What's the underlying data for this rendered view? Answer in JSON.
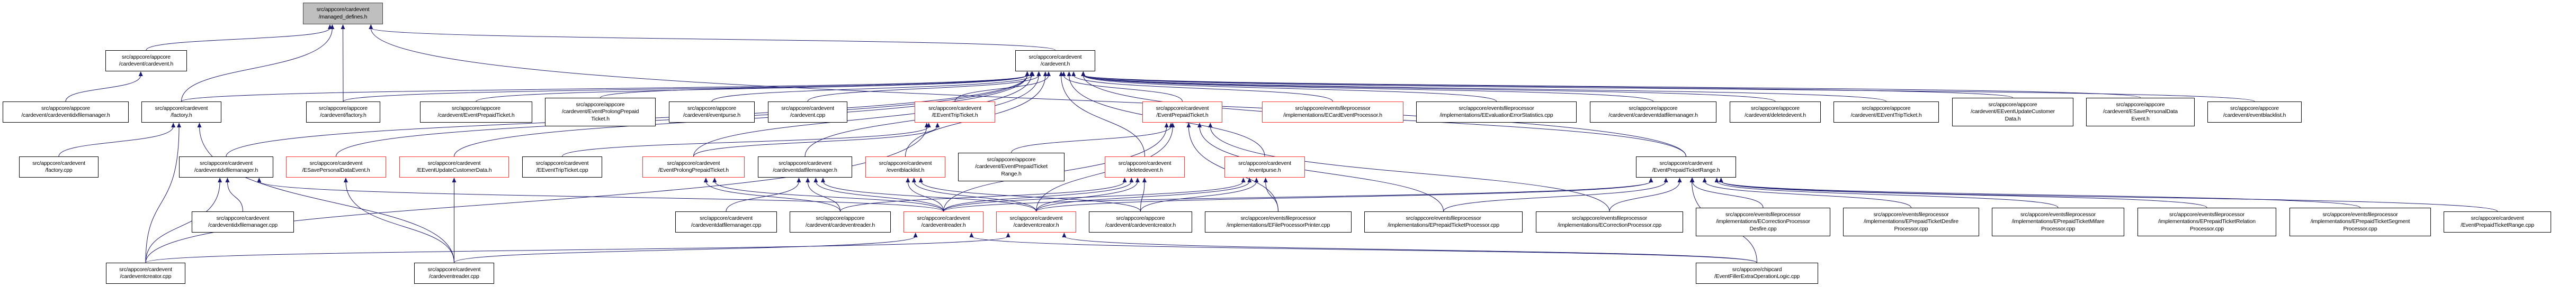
{
  "graph": {
    "type": "include-dependency-graph",
    "edge_color": "#191970",
    "truncated_border_color": "#ff3030",
    "root_fill_color": "#bfbfbf",
    "nodes": [
      {
        "id": 0,
        "label": "src/appcore/cardevent\n/managed_defines.h",
        "style": "root"
      },
      {
        "id": 1,
        "label": "src/appcore/appcore\n/cardevent/cardevent.h",
        "style": "normal"
      },
      {
        "id": 2,
        "label": "src/appcore/cardevent\n/cardevent.h",
        "style": "normal"
      },
      {
        "id": 3,
        "label": "src/appcore/appcore\n/cardevent/cardeventidxfilemanager.h",
        "style": "normal"
      },
      {
        "id": 4,
        "label": "src/appcore/cardevent\n/factory.h",
        "style": "normal"
      },
      {
        "id": 5,
        "label": "src/appcore/appcore\n/cardevent/factory.h",
        "style": "normal"
      },
      {
        "id": 6,
        "label": "src/appcore/appcore\n/cardevent/EventPrepaidTicket.h",
        "style": "normal"
      },
      {
        "id": 7,
        "label": "src/appcore/appcore\n/cardevent/EventProlongPrepaid\nTicket.h",
        "style": "normal"
      },
      {
        "id": 8,
        "label": "src/appcore/appcore\n/cardevent/eventpurse.h",
        "style": "normal"
      },
      {
        "id": 9,
        "label": "src/appcore/cardevent\n/cardevent.cpp",
        "style": "normal"
      },
      {
        "id": 10,
        "label": "src/appcore/cardevent\n/EEventTripTicket.h",
        "style": "truncated"
      },
      {
        "id": 11,
        "label": "src/appcore/cardevent\n/EventPrepaidTicket.h",
        "style": "truncated"
      },
      {
        "id": 12,
        "label": "src/appcore/eventsfileprocessor\n/implementations/ECardEventProcessor.h",
        "style": "truncated"
      },
      {
        "id": 13,
        "label": "src/appcore/eventsfileprocessor\n/implementations/EEvaluationErrorStatistics.cpp",
        "style": "normal"
      },
      {
        "id": 14,
        "label": "src/appcore/appcore\n/cardevent/cardeventdatfilemanager.h",
        "style": "normal"
      },
      {
        "id": 15,
        "label": "src/appcore/appcore\n/cardevent/deletedevent.h",
        "style": "normal"
      },
      {
        "id": 16,
        "label": "src/appcore/appcore\n/cardevent/EEventTripTicket.h",
        "style": "normal"
      },
      {
        "id": 17,
        "label": "src/appcore/appcore\n/cardevent/EEventUpdateCustomer\nData.h",
        "style": "normal"
      },
      {
        "id": 18,
        "label": "src/appcore/appcore\n/cardevent/ESavePersonalData\nEvent.h",
        "style": "normal"
      },
      {
        "id": 19,
        "label": "src/appcore/appcore\n/cardevent/eventblacklist.h",
        "style": "normal"
      },
      {
        "id": 20,
        "label": "src/appcore/cardevent\n/factory.cpp",
        "style": "normal"
      },
      {
        "id": 21,
        "label": "src/appcore/cardevent\n/cardeventidxfilemanager.h",
        "style": "normal"
      },
      {
        "id": 22,
        "label": "src/appcore/cardevent\n/ESavePersonalDataEvent.h",
        "style": "truncated"
      },
      {
        "id": 23,
        "label": "src/appcore/cardevent\n/EEventUpdateCustomerData.h",
        "style": "truncated"
      },
      {
        "id": 24,
        "label": "src/appcore/cardevent\n/EEventTripTicket.cpp",
        "style": "normal"
      },
      {
        "id": 25,
        "label": "src/appcore/cardevent\n/EventProlongPrepaidTicket.h",
        "style": "truncated"
      },
      {
        "id": 26,
        "label": "src/appcore/cardevent\n/cardeventdatfilemanager.h",
        "style": "normal"
      },
      {
        "id": 27,
        "label": "src/appcore/cardevent\n/eventblacklist.h",
        "style": "truncated"
      },
      {
        "id": 28,
        "label": "src/appcore/appcore\n/cardevent/EventPrepaidTicket\nRange.h",
        "style": "normal"
      },
      {
        "id": 29,
        "label": "src/appcore/cardevent\n/deletedevent.h",
        "style": "truncated"
      },
      {
        "id": 30,
        "label": "src/appcore/cardevent\n/eventpurse.h",
        "style": "truncated"
      },
      {
        "id": 31,
        "label": "src/appcore/cardevent\n/EventPrepaidTicketRange.h",
        "style": "normal"
      },
      {
        "id": 32,
        "label": "src/appcore/cardevent\n/cardeventidxfilemanager.cpp",
        "style": "normal"
      },
      {
        "id": 33,
        "label": "src/appcore/cardevent\n/cardeventdatfilemanager.cpp",
        "style": "normal"
      },
      {
        "id": 34,
        "label": "src/appcore/appcore\n/cardevent/cardeventreader.h",
        "style": "normal"
      },
      {
        "id": 35,
        "label": "src/appcore/cardevent\n/cardeventreader.h",
        "style": "truncated"
      },
      {
        "id": 36,
        "label": "src/appcore/cardevent\n/cardeventcreator.h",
        "style": "truncated"
      },
      {
        "id": 37,
        "label": "src/appcore/appcore\n/cardevent/cardeventcreator.h",
        "style": "normal"
      },
      {
        "id": 38,
        "label": "src/appcore/eventsfileprocessor\n/implementations/EFileProcessorPrinter.cpp",
        "style": "normal"
      },
      {
        "id": 39,
        "label": "src/appcore/eventsfileprocessor\n/implementations/EPrepaidTicketProcessor.cpp",
        "style": "normal"
      },
      {
        "id": 40,
        "label": "src/appcore/eventsfileprocessor\n/implementations/ECorrectionProcessor.cpp",
        "style": "normal"
      },
      {
        "id": 41,
        "label": "src/appcore/eventsfileprocessor\n/implementations/ECorrectionProcessor\nDesfire.cpp",
        "style": "normal"
      },
      {
        "id": 42,
        "label": "src/appcore/eventsfileprocessor\n/implementations/EPrepaidTicketDesfire\nProcessor.cpp",
        "style": "normal"
      },
      {
        "id": 43,
        "label": "src/appcore/eventsfileprocessor\n/implementations/EPrepaidTicketMifare\nProcessor.cpp",
        "style": "normal"
      },
      {
        "id": 44,
        "label": "src/appcore/eventsfileprocessor\n/implementations/EPrepaidTicketRelation\nProcessor.cpp",
        "style": "normal"
      },
      {
        "id": 45,
        "label": "src/appcore/eventsfileprocessor\n/implementations/EPrepaidTicketSegment\nProcessor.cpp",
        "style": "normal"
      },
      {
        "id": 46,
        "label": "src/appcore/cardevent\n/EventPrepaidTicketRange.cpp",
        "style": "normal"
      },
      {
        "id": 47,
        "label": "src/appcore/cardevent\n/cardeventcreator.cpp",
        "style": "normal"
      },
      {
        "id": 48,
        "label": "src/appcore/cardevent\n/cardeventreader.cpp",
        "style": "normal"
      },
      {
        "id": 49,
        "label": "src/appcore/chipcard\n/EventFillerExtraOperationLogic.cpp",
        "style": "normal"
      }
    ],
    "edges": [
      [
        1,
        0
      ],
      [
        4,
        0
      ],
      [
        5,
        0
      ],
      [
        2,
        0
      ],
      [
        31,
        0
      ],
      [
        3,
        1
      ],
      [
        20,
        4
      ],
      [
        47,
        4
      ],
      [
        48,
        4
      ],
      [
        4,
        2
      ],
      [
        5,
        2
      ],
      [
        6,
        2
      ],
      [
        7,
        2
      ],
      [
        8,
        2
      ],
      [
        9,
        2
      ],
      [
        10,
        2
      ],
      [
        11,
        2
      ],
      [
        12,
        2
      ],
      [
        13,
        2
      ],
      [
        14,
        2
      ],
      [
        15,
        2
      ],
      [
        16,
        2
      ],
      [
        17,
        2
      ],
      [
        18,
        2
      ],
      [
        19,
        2
      ],
      [
        21,
        2
      ],
      [
        22,
        2
      ],
      [
        23,
        2
      ],
      [
        25,
        2
      ],
      [
        26,
        2
      ],
      [
        27,
        2
      ],
      [
        29,
        2
      ],
      [
        30,
        2
      ],
      [
        31,
        2
      ],
      [
        28,
        11
      ],
      [
        24,
        10
      ],
      [
        25,
        10
      ],
      [
        47,
        10
      ],
      [
        32,
        21
      ],
      [
        47,
        21
      ],
      [
        35,
        21
      ],
      [
        48,
        22
      ],
      [
        48,
        23
      ],
      [
        33,
        26
      ],
      [
        34,
        26
      ],
      [
        35,
        26
      ],
      [
        36,
        26
      ],
      [
        35,
        27
      ],
      [
        36,
        27
      ],
      [
        37,
        27
      ],
      [
        34,
        25
      ],
      [
        35,
        25
      ],
      [
        34,
        29
      ],
      [
        35,
        29
      ],
      [
        36,
        29
      ],
      [
        37,
        29
      ],
      [
        35,
        30
      ],
      [
        36,
        30
      ],
      [
        37,
        30
      ],
      [
        38,
        30
      ],
      [
        35,
        11
      ],
      [
        36,
        11
      ],
      [
        38,
        11
      ],
      [
        39,
        11
      ],
      [
        40,
        11
      ],
      [
        35,
        31
      ],
      [
        36,
        31
      ],
      [
        39,
        31
      ],
      [
        40,
        31
      ],
      [
        41,
        31
      ],
      [
        42,
        31
      ],
      [
        43,
        31
      ],
      [
        44,
        31
      ],
      [
        45,
        31
      ],
      [
        46,
        31
      ],
      [
        47,
        36
      ],
      [
        48,
        35
      ],
      [
        49,
        35
      ],
      [
        49,
        36
      ],
      [
        49,
        31
      ]
    ]
  }
}
